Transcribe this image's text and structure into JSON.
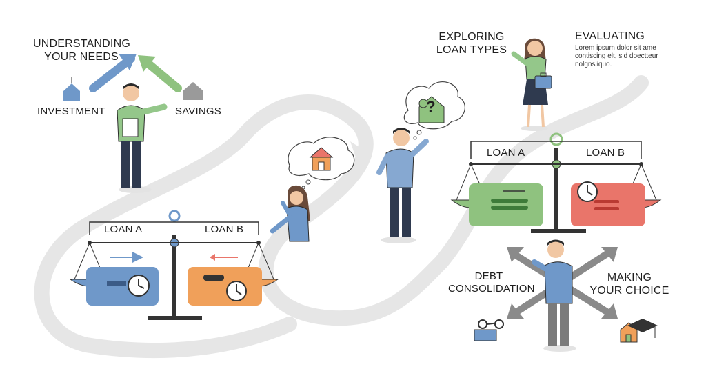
{
  "labels": {
    "understanding": "UNDERSTANDING\nYOUR NEEDS",
    "investment": "INVESTMENT",
    "savings": "SAVINGS",
    "exploring": "EXPLORING\nLOAN TYPES",
    "evaluating": "EVALUATING",
    "evaluating_text": "Lorem ipsum dolor sit ame\ncontiscing elt, sid doectteur\nnolgnsiiquo.",
    "debt": "DEBT\nCONSOLIDATION",
    "making": "MAKING\nYOUR CHOICE"
  },
  "scale_left": {
    "loan_a": "LOAN A",
    "loan_b": "LOAN B"
  },
  "scale_right": {
    "loan_a": "LOAN A",
    "loan_b": "LOAN B"
  },
  "thought_question": "?",
  "colors": {
    "path": "#e6e6e6",
    "blue": "#6f98c9",
    "green": "#8fc27f",
    "orange": "#f0a05a",
    "red": "#e9756a",
    "dark": "#222222"
  },
  "icons": [
    "house-icon",
    "clock-icon",
    "question-mark-icon",
    "briefcase-icon",
    "key-icon",
    "graduation-cap-icon",
    "arrow-icon"
  ]
}
